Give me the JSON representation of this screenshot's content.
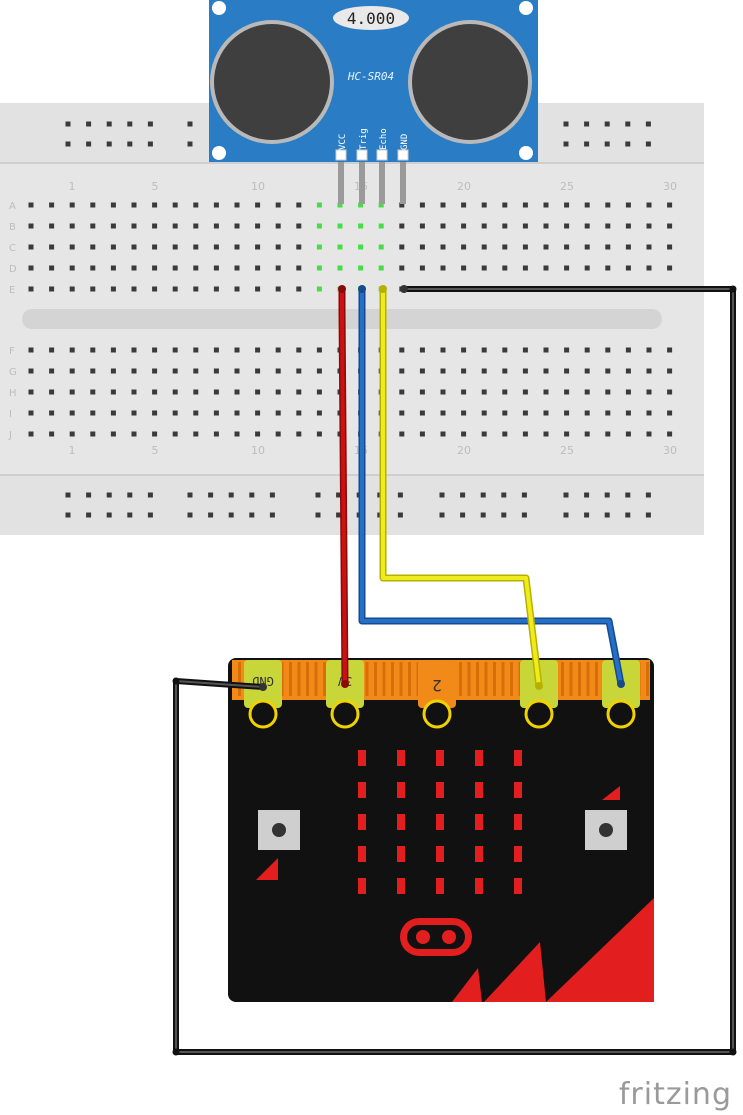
{
  "sensor": {
    "display_value": "4.000",
    "model": "HC-SR04",
    "pins": [
      "VCC",
      "Trig",
      "Echo",
      "GND"
    ]
  },
  "breadboard": {
    "rows_top": [
      "A",
      "B",
      "C",
      "D",
      "E"
    ],
    "rows_bottom": [
      "F",
      "G",
      "H",
      "I",
      "J"
    ],
    "column_numbers": [
      "1",
      "5",
      "10",
      "15",
      "20",
      "25",
      "30"
    ]
  },
  "microbit": {
    "pin_labels": [
      "GND",
      "3V",
      "2"
    ]
  },
  "watermark": "fritzing",
  "colors": {
    "sensor_blue": "#2a7dc4",
    "wire_red": "#cc1111",
    "wire_blue": "#2470c8",
    "wire_yellow": "#f0ec1c",
    "wire_black": "#222222",
    "microbit_black": "#111111",
    "microbit_orange": "#f28a1a",
    "pad_green": "#c8d63a",
    "led_red": "#e31e1e",
    "breadboard": "#e6e6e6",
    "hole_active": "#44dd44"
  }
}
